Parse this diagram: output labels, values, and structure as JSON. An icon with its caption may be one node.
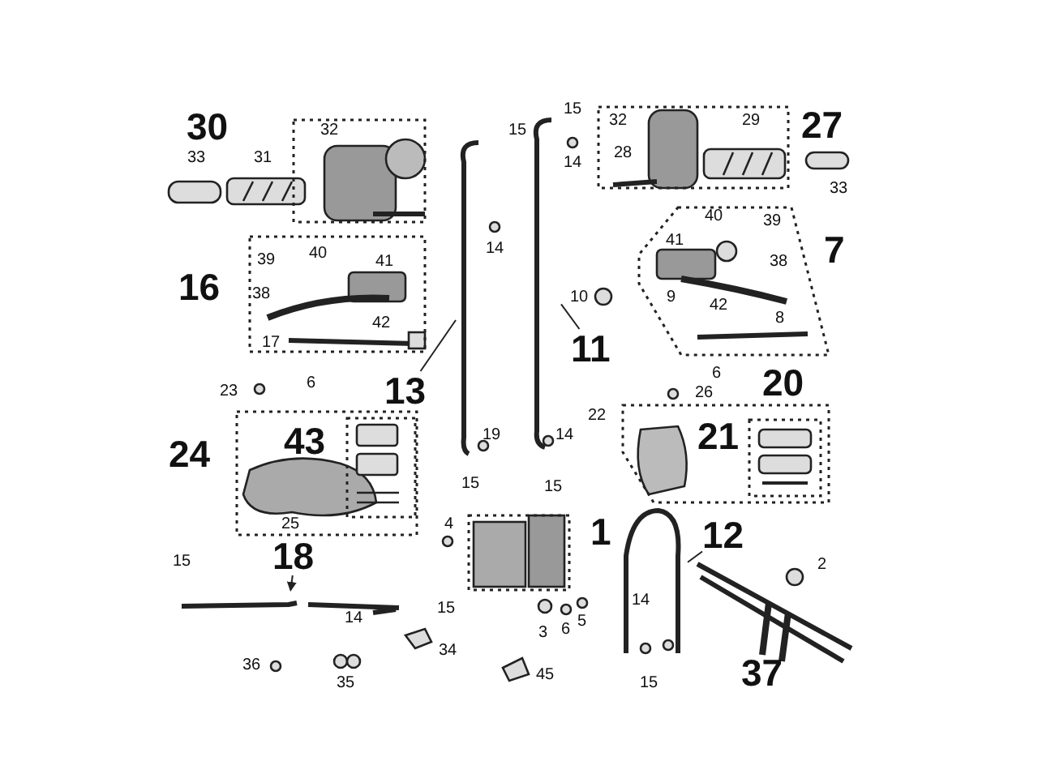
{
  "diagram": {
    "nodes": [
      {
        "text": [
          "30"
        ]
      },
      {
        "text": [
          "16"
        ]
      },
      {
        "text": [
          "27"
        ]
      },
      {
        "text": [
          "7"
        ]
      },
      {
        "text": [
          "24"
        ]
      },
      {
        "text": [
          "43"
        ],
        "in": 4
      },
      {
        "text": [
          "20"
        ]
      },
      {
        "text": [
          "21"
        ],
        "in": 6
      },
      {
        "text": [
          "1"
        ]
      },
      {
        "text": [
          "13"
        ]
      },
      {
        "text": [],
        "shape": "picture"
      },
      {
        "text": [
          "11"
        ]
      },
      {
        "text": [],
        "shape": "picture"
      },
      {
        "text": [
          "12"
        ]
      },
      {
        "text": [],
        "shape": "picture"
      },
      {
        "text": [
          "18"
        ]
      },
      {
        "text": [],
        "shape": "picture"
      }
    ],
    "edges": [
      {
        "from": 9,
        "to": 10,
        "arrow": "none"
      },
      {
        "from": 11,
        "to": 12,
        "arrow": "none"
      },
      {
        "from": 13,
        "to": 14,
        "arrow": "none"
      },
      {
        "from": 15,
        "to": 16,
        "arrow": "to"
      }
    ],
    "labels": [
      "15",
      "32",
      "32",
      "29",
      "33",
      "31",
      "15",
      "28",
      "14",
      "33",
      "40",
      "39",
      "14",
      "39",
      "40",
      "41",
      "41",
      "38",
      "38",
      "10",
      "9",
      "42",
      "42",
      "8",
      "17",
      "6",
      "23",
      "6",
      "26",
      "22",
      "19",
      "14",
      "15",
      "15",
      "25",
      "4",
      "15",
      "2",
      "15",
      "14",
      "14",
      "3",
      "6",
      "5",
      "34",
      "36",
      "35",
      "45",
      "15",
      "37"
    ]
  }
}
